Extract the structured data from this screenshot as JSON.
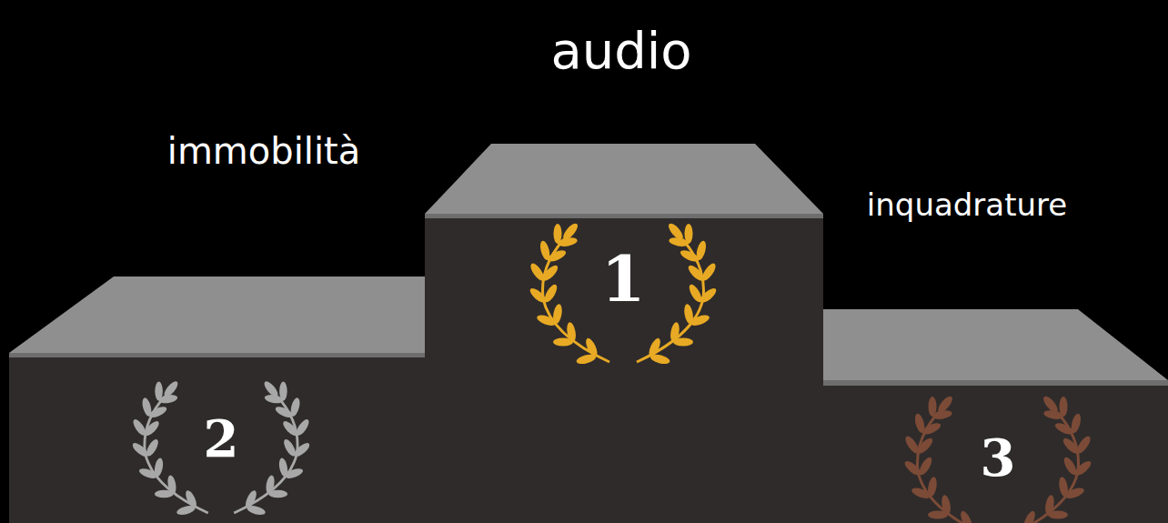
{
  "diagram": {
    "nodes": [
      {
        "text": [
          "audio",
          "1"
        ]
      },
      {
        "text": [
          "immobilità",
          "2"
        ]
      },
      {
        "text": [
          "inquadrature",
          "3"
        ]
      }
    ]
  }
}
